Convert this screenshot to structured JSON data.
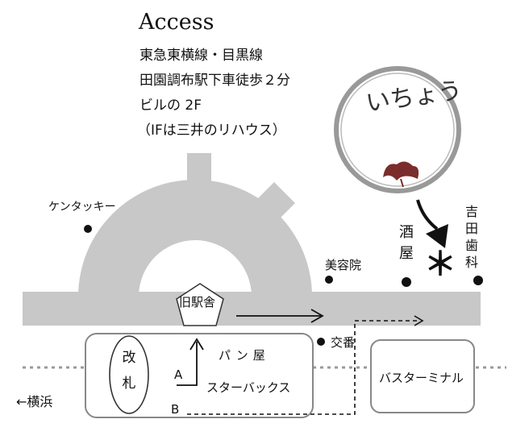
{
  "access": {
    "title": "Access",
    "lines": [
      "東急東横線・目黒線",
      "田園調布駅下車徒歩２分",
      "ビルの 2F",
      "（IFは三井のリハウス）"
    ]
  },
  "logo": {
    "text": "いちょう"
  },
  "landmarks": {
    "kentucky": "ケンタッキー",
    "old_station": "旧駅舎",
    "salon": "美容院",
    "liquor": "酒屋",
    "dental": "吉田歯科",
    "police_box": "交番",
    "bakery": "パン屋",
    "starbucks": "スターバックス",
    "bus_terminal": "バスターミナル",
    "ticket_gate": "改札",
    "yokohama": "←横浜",
    "route_a": "A",
    "route_b": "B",
    "destination_mark": "＊"
  },
  "colors": {
    "gray": "#c8c8c8",
    "dark_red": "#7a2d2b",
    "ink": "#111111"
  }
}
